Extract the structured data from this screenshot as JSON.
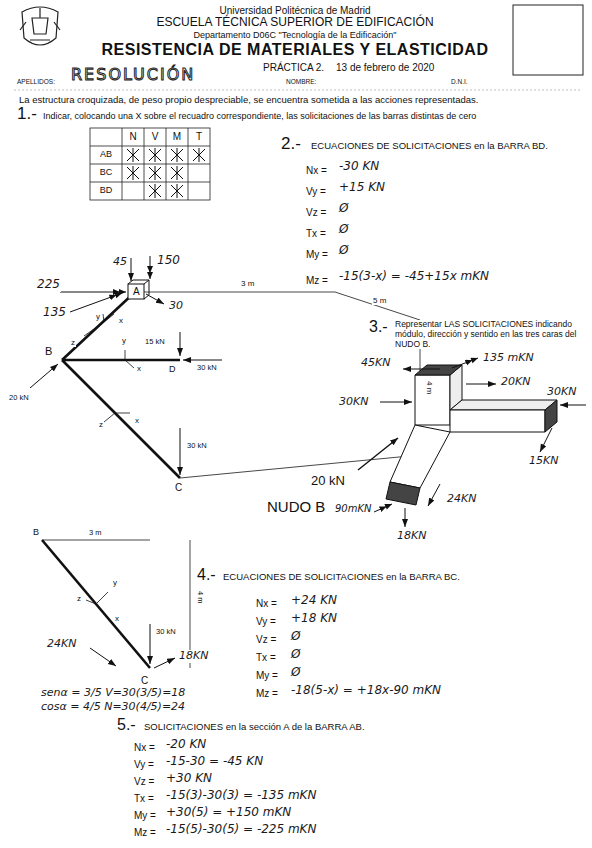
{
  "diagram": {
    "title": "RESISTENCIA DE MATERIALES Y ELASTICIDAD",
    "labels": [
      "Universidad Politécnica de Madrid",
      "ESCUELA TÉCNICA SUPERIOR DE EDIFICACIÓN",
      "Departamento D06C \"Tecnología de la Edificación\"",
      "PRÁCTICA 2.",
      "13 de febrero de 2020",
      "APELLIDOS:",
      "RESOLUCIÓN",
      "NOMBRE:",
      "D.N.I.",
      "La estructura croquizada, de peso propio despreciable, se encuentra sometida a las acciones representadas.",
      "1.-",
      "Indicar, colocando una X sobre el recuadro correspondiente, las solicitaciones de las barras distintas de cero",
      "N",
      "V",
      "M",
      "T",
      "AB",
      "BC",
      "BD",
      "2.-",
      "ECUACIONES DE SOLICITACIONES en la BARRA BD.",
      "Nx =",
      "-30 KN",
      "Vy =",
      "+15 KN",
      "Vz =",
      "Ø",
      "Tx =",
      "Ø",
      "My =",
      "Ø",
      "Mz =",
      "-15(3-x) = -45+15x mKN",
      "3.-",
      "Representar LAS SOLICITACIONES indicando módulo, dirección y sentido en las tres caras del NUDO B.",
      "45KN",
      "135 mKN",
      "20KN",
      "30KN",
      "30KN",
      "15KN",
      "20 kN",
      "NUDO B",
      "90mKN",
      "24KN",
      "18KN",
      "45",
      "150",
      "225",
      "A",
      "30",
      "135",
      "3 m",
      "5 m",
      "4 m",
      "y",
      "x",
      "z",
      "B",
      "y",
      "x",
      "15 kN",
      "D",
      "30 kN",
      "z",
      "x",
      "20 kN",
      "30 kN",
      "C",
      "B",
      "3 m",
      "4 m",
      "y",
      "z",
      "x",
      "30 kN",
      "24KN",
      "18KN",
      "C",
      "senα = 3/5   V=30(3/5)=18",
      "cosα = 4/5   N=30(4/5)=24",
      "4.-",
      "ECUACIONES DE SOLICITACIONES en la BARRA BC.",
      "Nx =",
      "+24 KN",
      "Vy =",
      "+18 KN",
      "Vz =",
      "Ø",
      "Tx =",
      "Ø",
      "My =",
      "Ø",
      "Mz =",
      "-18(5-x) = +18x-90 mKN",
      "5.-",
      "SOLICITACIONES en la sección A de la BARRA AB.",
      "Nx =",
      "-20 KN",
      "Vy =",
      "-15-30 = -45 KN",
      "Vz =",
      "+30 KN",
      "Tx =",
      "-15(3)-30(3) = -135 mKN",
      "My =",
      "+30(5) = +150 mKN",
      "Mz =",
      "-15(5)-30(5) = -225 mKN"
    ]
  }
}
